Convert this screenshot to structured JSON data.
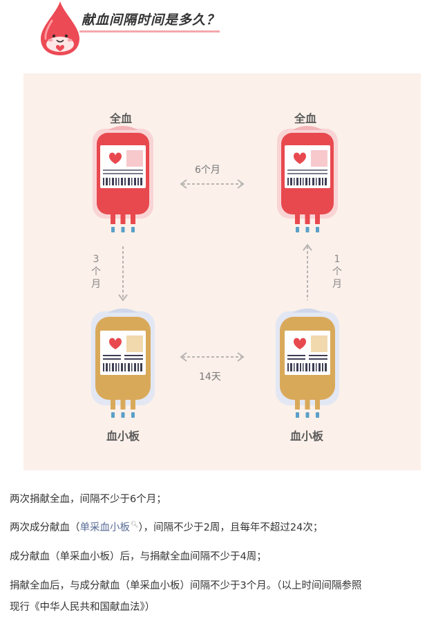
{
  "header": {
    "title": "献血间隔时间是多久？"
  },
  "diagram": {
    "top_left_label": "全血",
    "top_right_label": "全血",
    "bottom_left_label": "血小板",
    "bottom_right_label": "血小板",
    "top_interval": "6个月",
    "bottom_interval": "14天",
    "left_interval_chars": [
      "3",
      "个",
      "月"
    ],
    "right_interval_chars": [
      "1",
      "个",
      "月"
    ],
    "colors": {
      "whole_blood": "#e8494f",
      "platelet": "#d9a95a",
      "background": "#fbf0ea"
    }
  },
  "paragraphs": {
    "p1": "两次捐献全血，间隔不少于6个月；",
    "p2_before": "两次成分献血（",
    "p2_link": "单采血小板",
    "p2_icon": "search-icon",
    "p2_after": "），间隔不少于2周，且每年不超过24次；",
    "p3": "成分献血（单采血小板）后，与捐献全血间隔不少于4周；",
    "p4_line1": "捐献全血后，与成分献血（单采血小板）间隔不少于3个月。（以上时间间隔参照",
    "p4_line2": "现行《中华人民共和国献血法》）"
  }
}
